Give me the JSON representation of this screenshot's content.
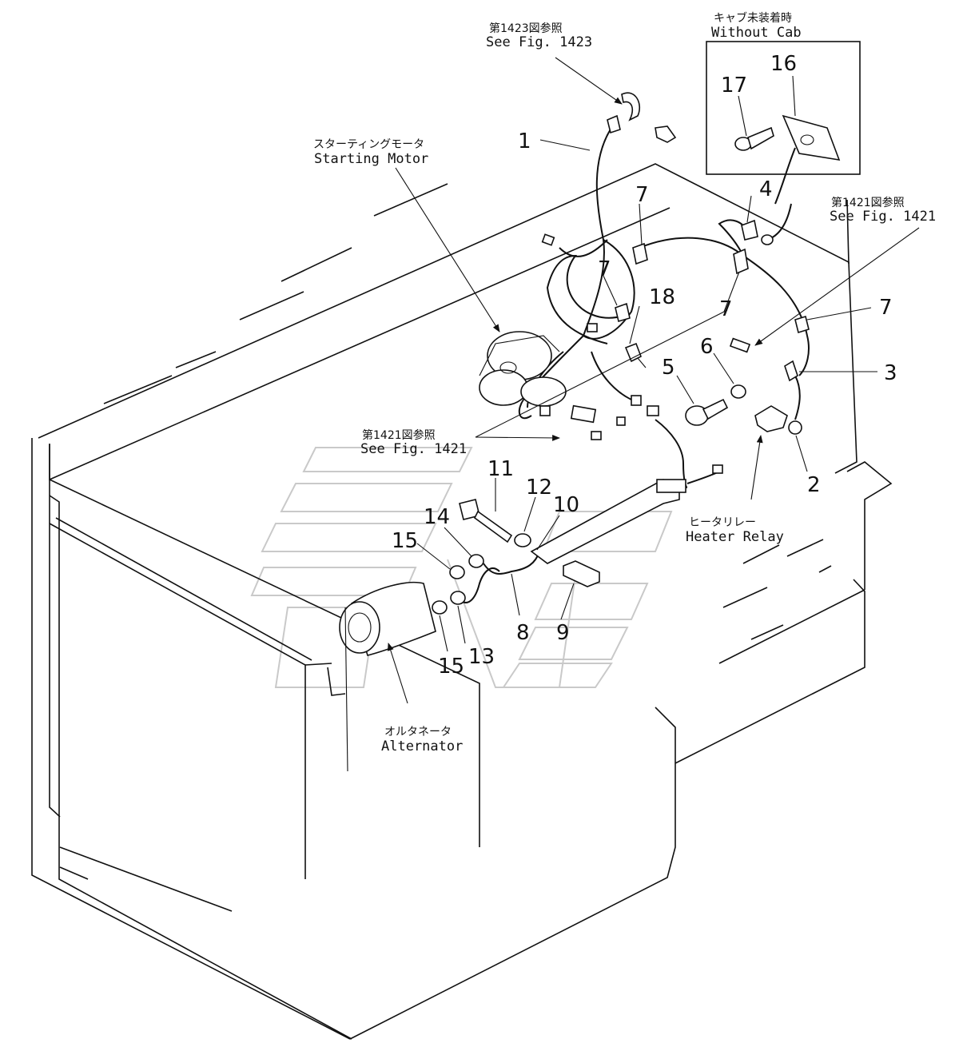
{
  "notes": {
    "fig1423_jp": "第1423図参照",
    "fig1423_en": "See  Fig.  1423",
    "without_cab_jp": "キャブ未装着時",
    "without_cab_en": "Without  Cab",
    "fig1421_right_jp": "第1421図参照",
    "fig1421_right_en": "See  Fig.  1421",
    "fig1421_mid_jp": "第1421図参照",
    "fig1421_mid_en": "See  Fig.  1421"
  },
  "components": {
    "starting_motor_jp": "スターティングモータ",
    "starting_motor_en": "Starting  Motor",
    "heater_relay_jp": "ヒータリレー",
    "heater_relay_en": "Heater  Relay",
    "alternator_jp": "オルタネータ",
    "alternator_en": "Alternator"
  },
  "callouts": {
    "c1": "1",
    "c2": "2",
    "c3": "3",
    "c4": "4",
    "c5": "5",
    "c6": "6",
    "c7a": "7",
    "c7b": "7",
    "c7c": "7",
    "c7d": "7",
    "c8": "8",
    "c9": "9",
    "c10": "10",
    "c11": "11",
    "c12": "12",
    "c13": "13",
    "c14": "14",
    "c15a": "15",
    "c15b": "15",
    "c16": "16",
    "c17": "17",
    "c18": "18"
  }
}
